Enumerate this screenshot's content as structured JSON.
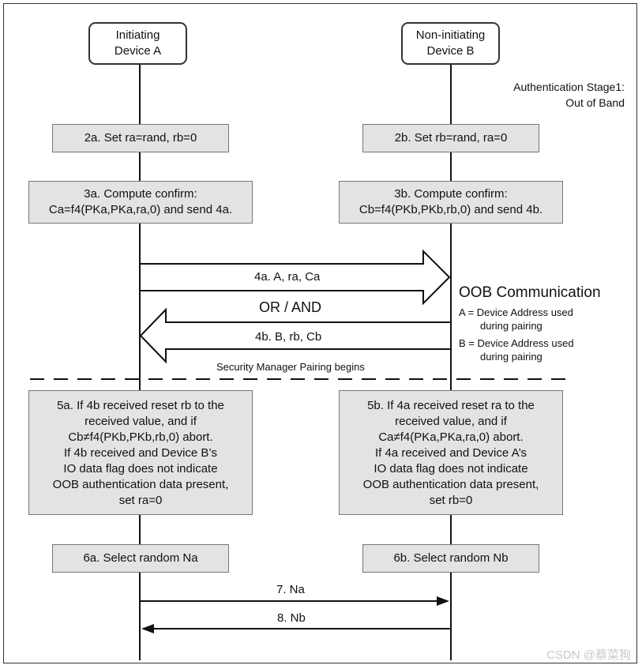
{
  "devices": {
    "a": {
      "line1": "Initiating",
      "line2": "Device A"
    },
    "b": {
      "line1": "Non-initiating",
      "line2": "Device B"
    }
  },
  "stage_note": {
    "line1": "Authentication Stage1:",
    "line2": "Out of Band"
  },
  "steps": {
    "s2a": "2a. Set ra=rand, rb=0",
    "s2b": "2b. Set rb=rand, ra=0",
    "s3a": [
      "3a. Compute confirm:",
      "Ca=f4(PKa,PKa,ra,0) and send 4a."
    ],
    "s3b": [
      "3b. Compute confirm:",
      "Cb=f4(PKb,PKb,rb,0) and send 4b."
    ],
    "s5a": [
      "5a. If 4b received reset rb to the",
      "received value, and if",
      "Cb≠f4(PKb,PKb,rb,0) abort.",
      "If 4b received and Device B’s",
      "IO data flag does not indicate",
      "OOB authentication data present,",
      "set ra=0"
    ],
    "s5b": [
      "5b. If 4a received reset ra to the",
      "received value, and if",
      "Ca≠f4(PKa,PKa,ra,0) abort.",
      "If 4a received and Device A’s",
      "IO data flag does not indicate",
      "OOB authentication data present,",
      "set rb=0"
    ],
    "s6a": "6a. Select random Na",
    "s6b": "6b. Select random Nb"
  },
  "messages": {
    "m4a": "4a. A, ra, Ca",
    "or_and": "OR / AND",
    "m4b": "4b. B, rb, Cb",
    "pairing_begins": "Security Manager Pairing begins",
    "m7": "7. Na",
    "m8": "8. Nb"
  },
  "oob": {
    "title": "OOB Communication",
    "a_line1": "A = Device Address used",
    "a_line2": "during pairing",
    "b_line1": "B = Device Address used",
    "b_line2": "during pairing"
  },
  "watermark": "CSDN @蔡菜狗",
  "colors": {
    "box_fill": "#e3e3e3",
    "line": "#111111",
    "watermark": "#c8c8c8"
  }
}
